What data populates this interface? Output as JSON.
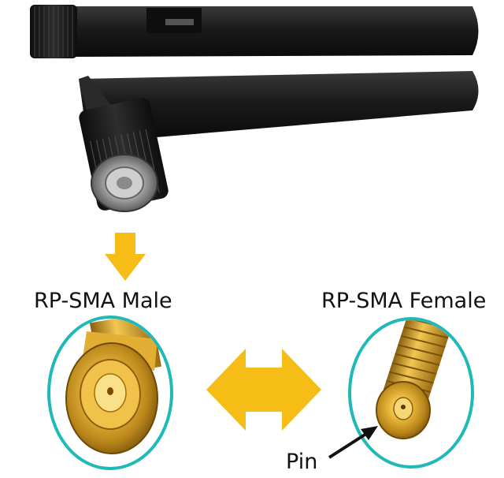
{
  "labels": {
    "male": "RP-SMA Male",
    "female": "RP-SMA Female",
    "pin": "Pin"
  },
  "colors": {
    "arrow": "#F7BD17",
    "circle_ring": "#1FB9B7",
    "gold": "#D4A22B",
    "antenna_black": "#1c1c1c"
  },
  "icons": {
    "down_arrow": "down-arrow-icon",
    "double_arrow": "left-right-arrow-icon",
    "pointer_arrow": "pointer-arrow-icon"
  }
}
